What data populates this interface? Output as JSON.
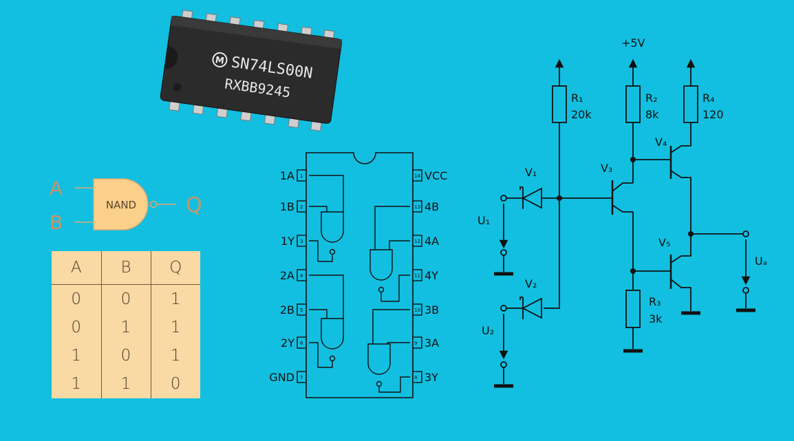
{
  "chip": {
    "logo": "M",
    "part_number": "SN74LS00N",
    "lot_code": "RXBB9245"
  },
  "gate_symbol": {
    "input_a": "A",
    "input_b": "B",
    "output": "Q",
    "label": "NAND"
  },
  "truth_table": {
    "headers": [
      "A",
      "B",
      "Q"
    ],
    "rows": [
      [
        "0",
        "0",
        "1"
      ],
      [
        "0",
        "1",
        "1"
      ],
      [
        "1",
        "0",
        "1"
      ],
      [
        "1",
        "1",
        "0"
      ]
    ]
  },
  "pinout": {
    "left_labels": [
      "1A",
      "1B",
      "1Y",
      "2A",
      "2B",
      "2Y",
      "GND"
    ],
    "right_labels": [
      "VCC",
      "4B",
      "4A",
      "4Y",
      "3B",
      "3A",
      "3Y"
    ],
    "left_numbers": [
      "1",
      "2",
      "3",
      "4",
      "5",
      "6",
      "7"
    ],
    "right_numbers": [
      "14",
      "13",
      "12",
      "11",
      "10",
      "9",
      "8"
    ]
  },
  "schematic": {
    "supply": "+5V",
    "r1": {
      "name": "R₁",
      "value": "20k"
    },
    "r2": {
      "name": "R₂",
      "value": "8k"
    },
    "r3": {
      "name": "R₃",
      "value": "3k"
    },
    "r4": {
      "name": "R₄",
      "value": "120"
    },
    "v1": "V₁",
    "v2": "V₂",
    "v3": "V₃",
    "v4": "V₄",
    "v5": "V₅",
    "u1": "U₁",
    "u2": "U₂",
    "ua": "Uₐ"
  },
  "colors": {
    "background": "#12bfe0",
    "gate_fill": "#fad08a",
    "table_fill": "#f9d9a4",
    "ink": "#111111"
  }
}
